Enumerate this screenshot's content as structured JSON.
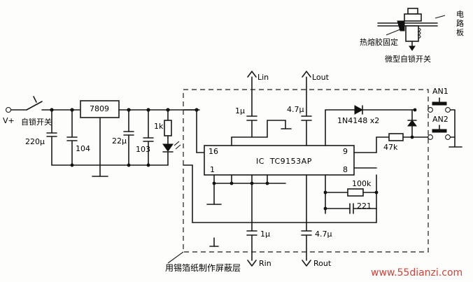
{
  "labels": {
    "vplus": "V+",
    "self_lock_switch": "自锁开关",
    "c_220u": "220μ",
    "c_104": "104",
    "reg_7809": "7809",
    "c_22u": "22μ",
    "c_103": "103",
    "r_1k": "1k",
    "lin": "Lin",
    "lout": "Lout",
    "c_1u_top": "1μ",
    "c_47u_top": "4.7μ",
    "diode": "1N4148 x2",
    "an1": "AN1",
    "an2": "AN2",
    "r_47k": "47k",
    "r_100k": "100k",
    "c_221": "221",
    "pin16": "16",
    "pin1": "1",
    "pin9": "9",
    "pin8": "8",
    "ic_name": "IC  TC9153AP",
    "c_1u_bot": "1μ",
    "c_47u_bot": "4.7μ",
    "rin": "Rin",
    "rout": "Rout",
    "shield_note": "用锡箔纸制作屏蔽层",
    "pcb": "电路板",
    "hot_glue": "热熔胶固定",
    "micro_switch": "微型自锁开关",
    "watermark": "www.55dianzi.com"
  }
}
